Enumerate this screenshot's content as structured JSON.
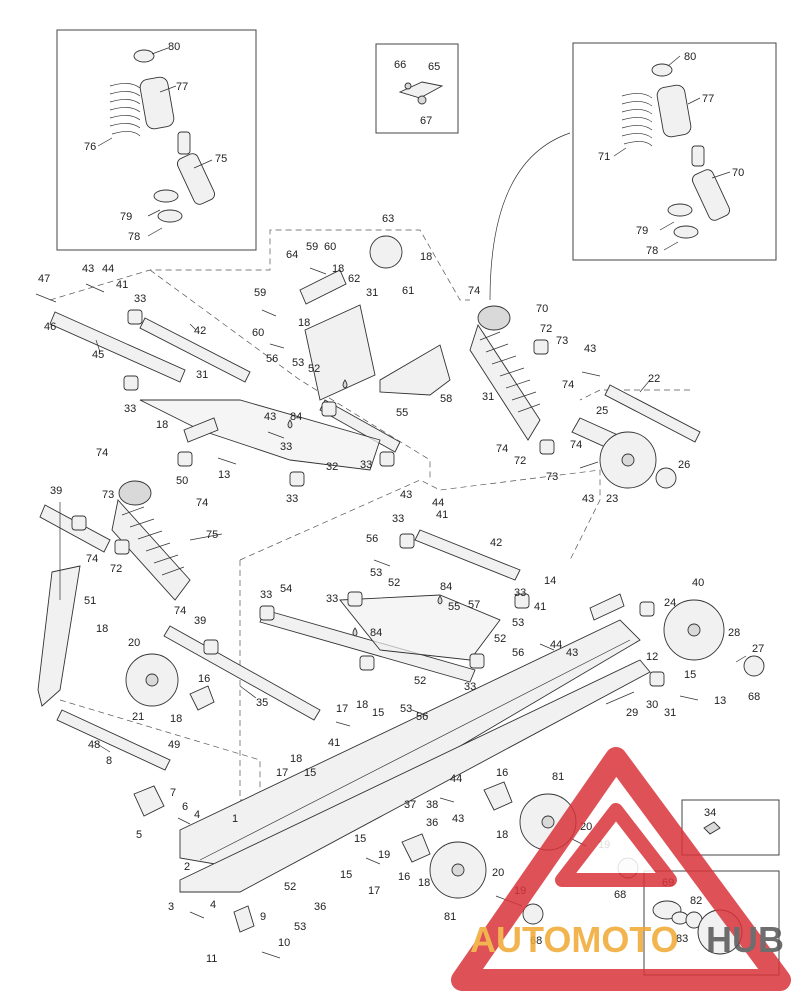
{
  "watermark": {
    "text_a": "AUTOMOTO",
    "text_b": "HUB",
    "color_a": "#f0a830",
    "color_b": "#555555",
    "triangle_color": "#d9333a"
  },
  "callouts": {
    "n1": "1",
    "n2": "2",
    "n3": "3",
    "n4": "4",
    "n5": "5",
    "n6": "6",
    "n7": "7",
    "n8": "8",
    "n9": "9",
    "n10": "10",
    "n11": "11",
    "n12": "12",
    "n13": "13",
    "n14": "14",
    "n15": "15",
    "n16": "16",
    "n17": "17",
    "n18": "18",
    "n19": "19",
    "n20": "20",
    "n21": "21",
    "n22": "22",
    "n23": "23",
    "n24": "24",
    "n25": "25",
    "n26": "26",
    "n27": "27",
    "n28": "28",
    "n29": "29",
    "n30": "30",
    "n31": "31",
    "n32": "32",
    "n33": "33",
    "n34": "34",
    "n35": "35",
    "n36": "36",
    "n37": "37",
    "n38": "38",
    "n39": "39",
    "n40": "40",
    "n41": "41",
    "n42": "42",
    "n43": "43",
    "n44": "44",
    "n45": "45",
    "n46": "46",
    "n47": "47",
    "n48": "48",
    "n49": "49",
    "n50": "50",
    "n51": "51",
    "n52": "52",
    "n53": "53",
    "n54": "54",
    "n55": "55",
    "n56": "56",
    "n57": "57",
    "n58": "58",
    "n59": "59",
    "n60": "60",
    "n61": "61",
    "n62": "62",
    "n63": "63",
    "n64": "64",
    "n65": "65",
    "n66": "66",
    "n67": "67",
    "n68": "68",
    "n69": "69",
    "n70": "70",
    "n71": "71",
    "n72": "72",
    "n73": "73",
    "n74": "74",
    "n75": "75",
    "n76": "76",
    "n77": "77",
    "n78": "78",
    "n79": "79",
    "n80": "80",
    "n81": "81",
    "n82": "82",
    "n83": "83",
    "n84": "84"
  }
}
